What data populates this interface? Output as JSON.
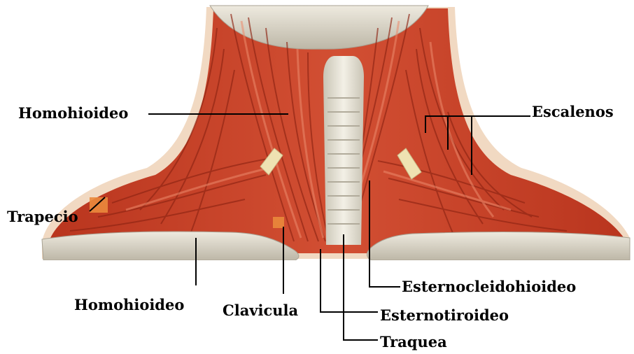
{
  "colors": {
    "muscle_dark": "#9e2a17",
    "muscle_mid": "#cf4a2f",
    "muscle_light": "#e77a5c",
    "bone": "#ddd8c9",
    "bone_shadow": "#b3ad9e",
    "tendon": "#efe2b2",
    "leader_line": "#000000",
    "label_text": "#000000"
  },
  "labels": {
    "homohioideo_upper": "Homohioideo",
    "escalenos": "Escalenos",
    "trapecio": "Trapecio",
    "homohioideo_lower": "Homohioideo",
    "clavicula": "Clavicula",
    "esternocleidohioideo": "Esternocleidohioideo",
    "esternotiroideo": "Esternotiroideo",
    "traquea": "Traquea"
  }
}
